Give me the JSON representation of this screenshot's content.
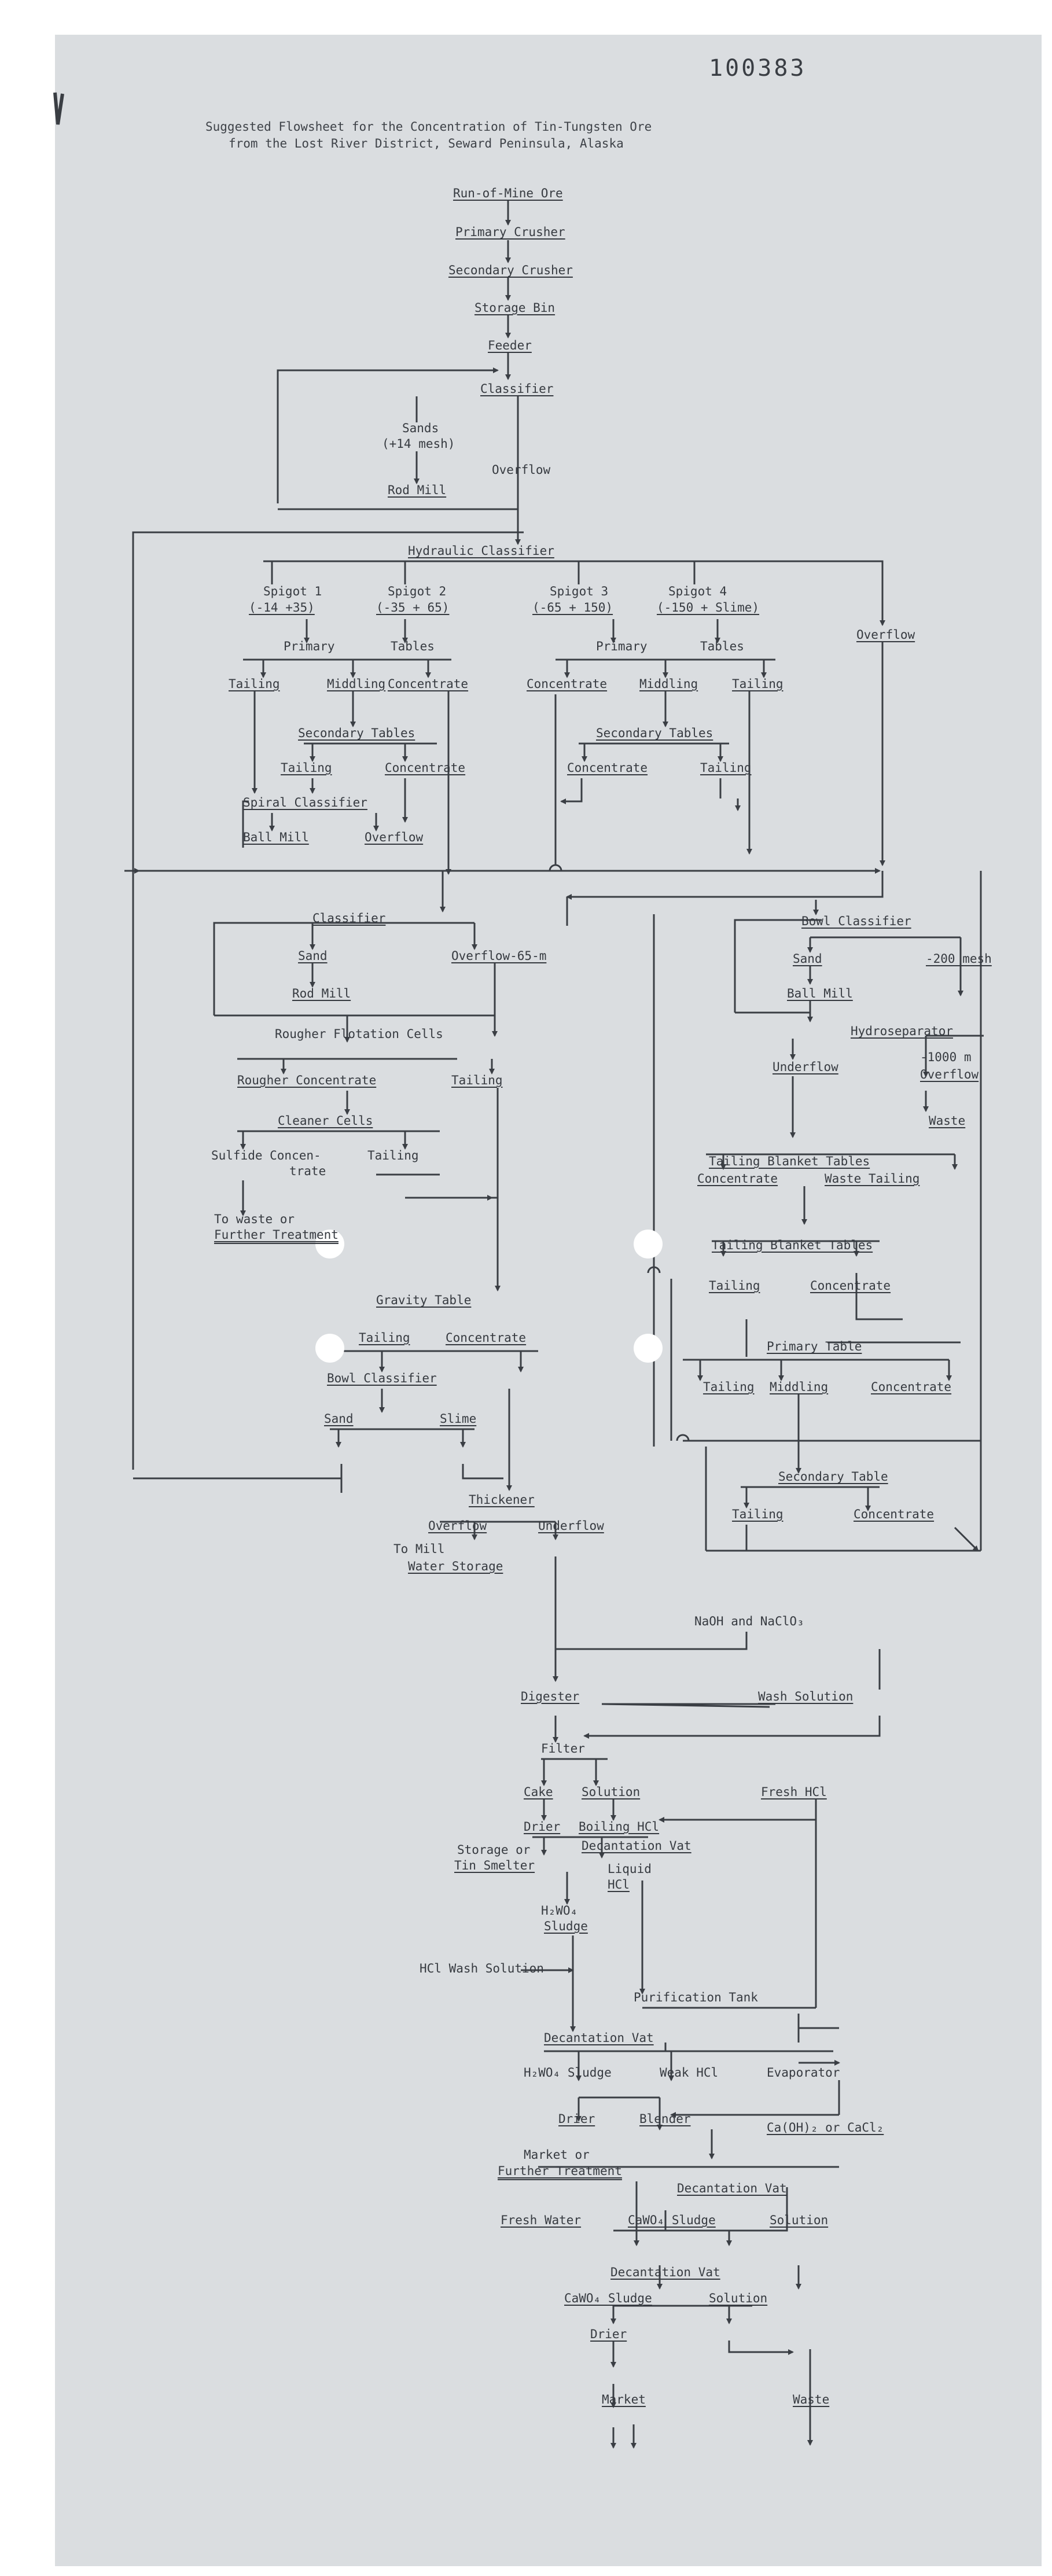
{
  "page_id": "100383",
  "heading": {
    "line1": "Suggested Flowsheet for the Concentration of Tin-Tungsten Ore",
    "line2": "from the Lost River District, Seward Peninsula, Alaska"
  },
  "colors": {
    "paper": "#dadde0",
    "ink": "#363a40",
    "background": "#ffffff"
  },
  "nodes": {
    "run_of_mine": "Run-of-Mine Ore",
    "primary_crusher": "Primary Crusher",
    "secondary_crusher": "Secondary Crusher",
    "storage_bin": "Storage Bin",
    "feeder": "Feeder",
    "classifier_1": "Classifier",
    "sands": "Sands",
    "sands_mesh": "(+14 mesh)",
    "overflow_1": "Overflow",
    "rod_mill_1": "Rod Mill",
    "hydraulic_classifier": "Hydraulic Classifier",
    "spigot1": "Spigot 1",
    "spigot1_size": "(-14 +35)",
    "spigot2": "Spigot 2",
    "spigot2_size": "(-35 + 65)",
    "spigot3": "Spigot 3",
    "spigot3_size": "(-65 + 150)",
    "spigot4": "Spigot 4",
    "spigot4_size": "(-150 + Slime)",
    "primary_left": "Primary",
    "tables_left": "Tables",
    "primary_right": "Primary",
    "tables_right": "Tables",
    "overflow_hc": "Overflow",
    "tailing_l1": "Tailing",
    "middling_l1": "Middling",
    "concentrate_l1": "Concentrate",
    "concentrate_r1": "Concentrate",
    "middling_r1": "Middling",
    "tailing_r1": "Tailing",
    "secondary_tables_left": "Secondary Tables",
    "secondary_tables_right": "Secondary Tables",
    "tailing_l2": "Tailing",
    "concentrate_l2": "Concentrate",
    "concentrate_r2": "Concentrate",
    "tailing_r2": "Tailing",
    "spiral_classifier": "Spiral Classifier",
    "ball_mill_1": "Ball Mill",
    "overflow_2": "Overflow",
    "classifier_2": "Classifier",
    "sand_2": "Sand",
    "overflow_65m": "Overflow-65-m",
    "rod_mill_2": "Rod Mill",
    "rougher_cells": "Rougher Flotation Cells",
    "rougher_concentrate": "Rougher Concentrate",
    "tailing_rougher": "Tailing",
    "cleaner_cells": "Cleaner Cells",
    "sulfide_conc": "Sulfide Concen-",
    "sulfide_conc2": "trate",
    "tailing_cleaner": "Tailing",
    "to_waste": "To waste or",
    "further_treatment_1": "Further Treatment",
    "bowl_classifier_1": "Bowl Classifier",
    "sand_bc": "Sand",
    "mesh_200": "-200 mesh",
    "ball_mill_2": "Ball Mill",
    "hydroseparator": "Hydroseparator",
    "underflow_hs": "Underflow",
    "mesh_1000": "-1000 m",
    "overflow_hs": "Overflow",
    "waste_hs": "Waste",
    "tailing_blanket_1": "Tailing Blanket Tables",
    "concentrate_tb1": "Concentrate",
    "waste_tailing": "Waste Tailing",
    "tailing_blanket_2": "Tailing Blanket Tables",
    "tailing_tb2": "Tailing",
    "concentrate_tb2": "Concentrate",
    "gravity_table": "Gravity Table",
    "tailing_gt": "Tailing",
    "concentrate_gt": "Concentrate",
    "primary_table_r": "Primary Table",
    "tailing_pt": "Tailing",
    "middling_pt": "Middling",
    "concentrate_pt": "Concentrate",
    "bowl_classifier_2": "Bowl Classifier",
    "sand_bc2": "Sand",
    "slime_bc2": "Slime",
    "secondary_table_r": "Secondary Table",
    "tailing_st": "Tailing",
    "concentrate_st": "Concentrate",
    "thickener": "Thickener",
    "overflow_th": "Overflow",
    "underflow_th": "Underflow",
    "to_mill": "To Mill",
    "water_storage": "Water Storage",
    "naoh": "NaOH and NaClO₃",
    "digester": "Digester",
    "wash_solution": "Wash Solution",
    "filter": "Filter",
    "cake": "Cake",
    "solution_f": "Solution",
    "fresh_hcl": "Fresh HCl",
    "drier_1": "Drier",
    "boiling_hcl": "Boiling HCl",
    "storage_or": "Storage or",
    "tin_smelter": "Tin Smelter",
    "decantation_vat_1": "Decantation Vat",
    "liquid": "Liquid",
    "hcl_liquid": "HCl",
    "h2wo4_1": "H₂WO₄",
    "sludge_1": "Sludge",
    "hcl_wash": "HCl Wash Solution",
    "purification_tank": "Purification Tank",
    "decantation_vat_2": "Decantation Vat",
    "h2wo4_sludge": "H₂WO₄ Sludge",
    "weak_hcl": "Weak HCl",
    "evaporator": "Evaporator",
    "drier_2": "Drier",
    "blender": "Blender",
    "caoh": "Ca(OH)₂ or CaCl₂",
    "market_or": "Market or",
    "further_treatment_2": "Further Treatment",
    "decantation_vat_3": "Decantation Vat",
    "fresh_water": "Fresh Water",
    "cawo4_sludge": "CaWO₄ Sludge",
    "solution_dv3": "Solution",
    "decantation_vat_4": "Decantation Vat",
    "cawo4_sludge_2": "CaWO₄ Sludge",
    "solution_dv4": "Solution",
    "drier_3": "Drier",
    "market": "Market",
    "waste_end": "Waste"
  }
}
